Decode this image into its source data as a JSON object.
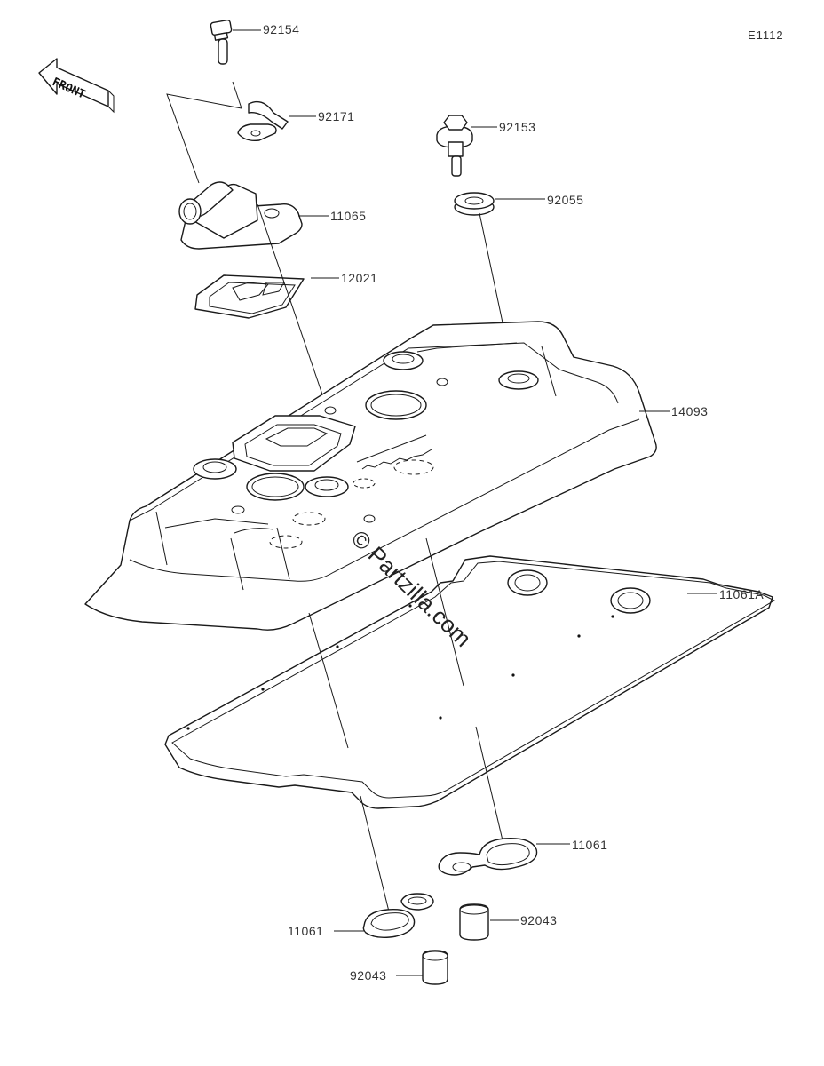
{
  "diagram_code": "E1112",
  "front_arrow_label": "FRONT",
  "watermark": "© Partzilla.com",
  "callouts": {
    "p92154": "92154",
    "p92171": "92171",
    "p11065": "11065",
    "p12021": "12021",
    "p92153": "92153",
    "p92055": "92055",
    "p14093": "14093",
    "p11061A": "11061A",
    "p11061_right": "11061",
    "p11061_left": "11061",
    "p92043_right": "92043",
    "p92043_left": "92043"
  }
}
